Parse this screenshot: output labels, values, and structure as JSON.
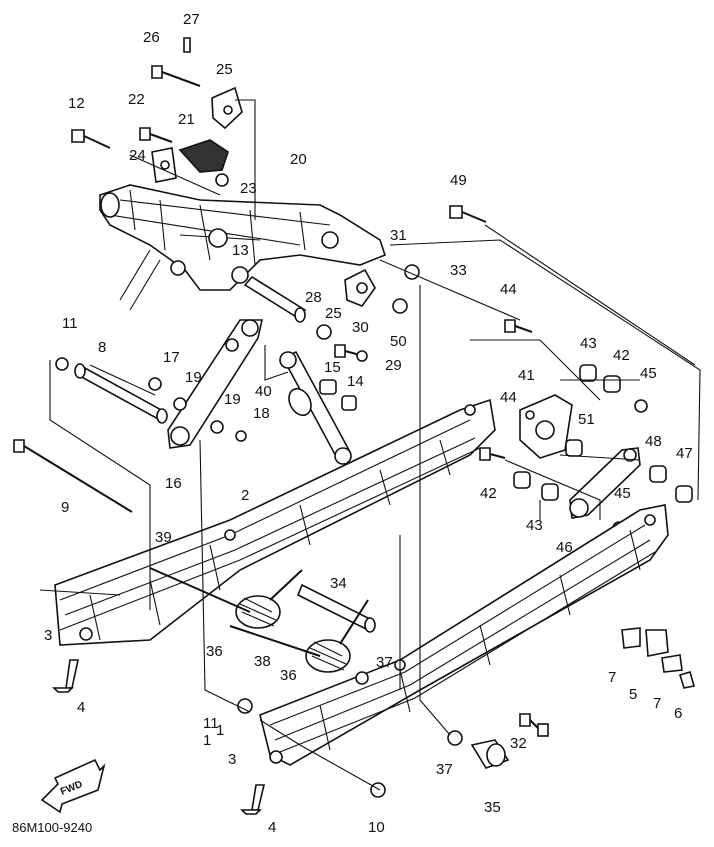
{
  "document_code": "86M100-9240",
  "fwd_label": "FWD",
  "labels": {
    "l1a": "1",
    "l1b": "1",
    "l2": "2",
    "l3a": "3",
    "l3b": "3",
    "l4a": "4",
    "l4b": "4",
    "l5": "5",
    "l6": "6",
    "l7a": "7",
    "l7b": "7",
    "l8": "8",
    "l9": "9",
    "l10": "10",
    "l11a": "11",
    "l11b": "11",
    "l12": "12",
    "l13": "13",
    "l14": "14",
    "l15": "15",
    "l16": "16",
    "l17": "17",
    "l18": "18",
    "l19a": "19",
    "l19b": "19",
    "l20": "20",
    "l21": "21",
    "l22": "22",
    "l23": "23",
    "l24": "24",
    "l25a": "25",
    "l25b": "25",
    "l26": "26",
    "l27": "27",
    "l28": "28",
    "l29": "29",
    "l30": "30",
    "l31": "31",
    "l32": "32",
    "l33": "33",
    "l34": "34",
    "l35": "35",
    "l36a": "36",
    "l36b": "36",
    "l37a": "37",
    "l37b": "37",
    "l38": "38",
    "l39": "39",
    "l40": "40",
    "l41": "41",
    "l42a": "42",
    "l42b": "42",
    "l43a": "43",
    "l43b": "43",
    "l44a": "44",
    "l44b": "44",
    "l45a": "45",
    "l45b": "45",
    "l46": "46",
    "l47": "47",
    "l48": "48",
    "l49": "49",
    "l50": "50",
    "l51": "51"
  }
}
